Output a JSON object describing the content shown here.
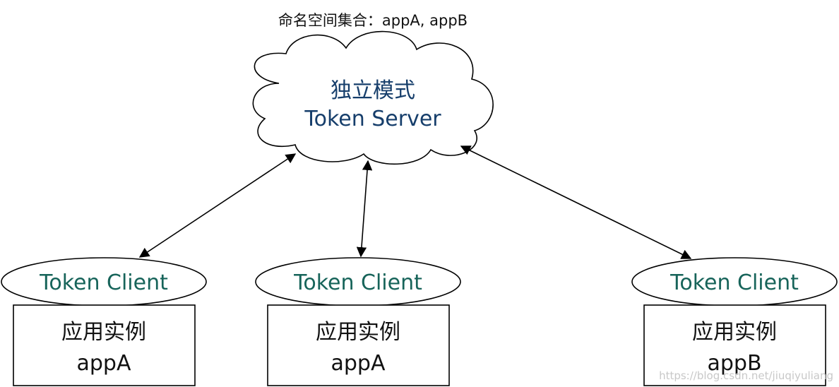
{
  "namespace_label": "命名空间集合：appA, appB",
  "server": {
    "line1": "独立模式",
    "line2": "Token Server"
  },
  "clients": [
    {
      "label": "Token Client",
      "app_title": "应用实例",
      "app_name": "appA"
    },
    {
      "label": "Token Client",
      "app_title": "应用实例",
      "app_name": "appA"
    },
    {
      "label": "Token Client",
      "app_title": "应用实例",
      "app_name": "appB"
    }
  ],
  "watermark": "https://blog.csdn.net/jiuqiyuliang",
  "colors": {
    "server_text": "#163e6b",
    "client_text": "#17645a",
    "stroke": "#000000"
  }
}
